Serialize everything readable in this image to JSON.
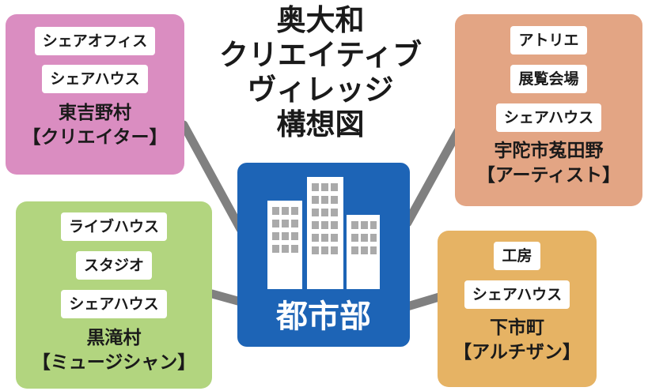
{
  "title": {
    "lines": [
      "奥大和",
      "クリエイティブ",
      "ヴィレッジ",
      "構想図"
    ]
  },
  "center": {
    "label": "都市部"
  },
  "colors": {
    "center": "#1d64b6",
    "east_yoshino": "#da8dc1",
    "uda": "#e3a584",
    "kurotaki": "#b2d57f",
    "shimoichi": "#e6b364",
    "connector": "#808080"
  },
  "icons": {
    "center": "city-buildings-icon"
  },
  "areas": {
    "east_yoshino": {
      "tags": [
        "シェアオフィス",
        "シェアハウス"
      ],
      "place": "東吉野村",
      "role": "【クリエイター】"
    },
    "uda": {
      "tags": [
        "アトリエ",
        "展覧会場",
        "シェアハウス"
      ],
      "place": "宇陀市菟田野",
      "role": "【アーティスト】"
    },
    "kurotaki": {
      "tags": [
        "ライブハウス",
        "スタジオ",
        "シェアハウス"
      ],
      "place": "黒滝村",
      "role": "【ミュージシャン】"
    },
    "shimoichi": {
      "tags": [
        "工房",
        "シェアハウス"
      ],
      "place": "下市町",
      "role": "【アルチザン】"
    }
  }
}
